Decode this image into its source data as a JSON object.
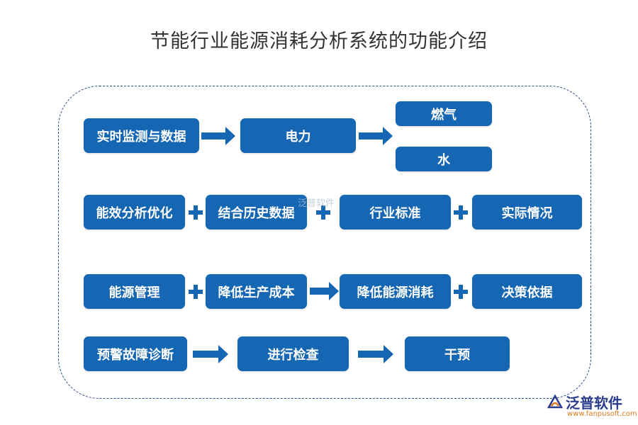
{
  "title": "节能行业能源消耗分析系统的功能介绍",
  "row1": {
    "realtime": "实时监测与数据",
    "power": "电力",
    "gas": "燃气",
    "water": "水"
  },
  "row2": {
    "efficiency": "能效分析优化",
    "history": "结合历史数据",
    "standard": "行业标准",
    "actual": "实际情况"
  },
  "row3": {
    "management": "能源管理",
    "reduce_cost": "降低生产成本",
    "reduce_consumption": "降低能源消耗",
    "decision": "决策依据"
  },
  "row4": {
    "warning": "预警故障诊断",
    "inspect": "进行检查",
    "intervene": "干预"
  },
  "watermark": "泛普软件",
  "logo": {
    "name": "泛普软件",
    "url": "www.fanpusoft.com"
  },
  "colors": {
    "box": "#1566b3",
    "frame": "#2d4f86"
  }
}
